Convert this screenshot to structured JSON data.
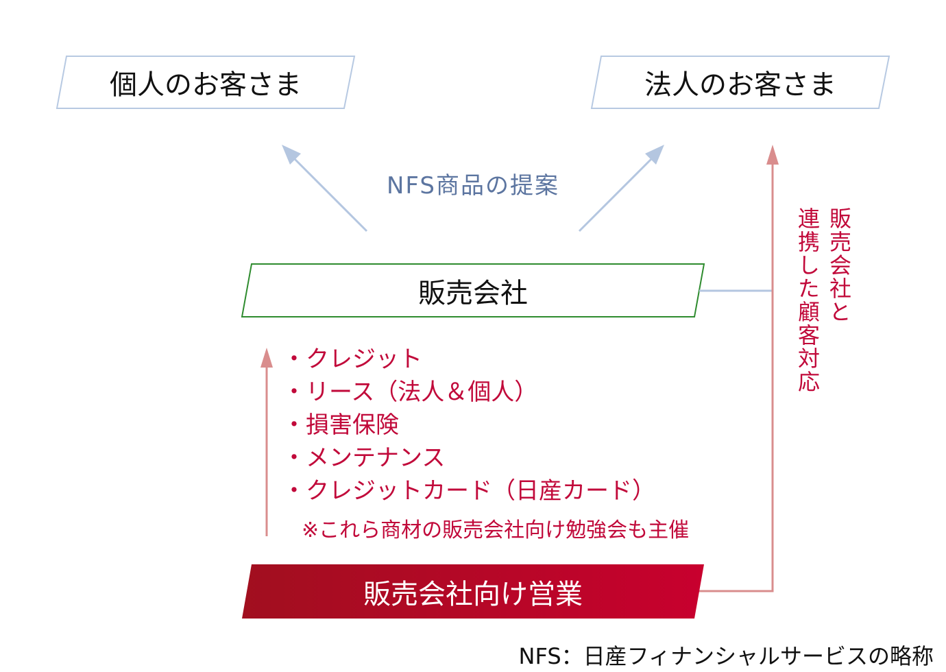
{
  "customers": {
    "individual": "個人のお客さま",
    "corporate": "法人のお客さま"
  },
  "proposal_label": "NFS商品の提案",
  "dealer_label": "販売会社",
  "dealer_collaboration": [
    "販売会社と",
    "連携した顧客対応"
  ],
  "products": [
    "・クレジット",
    "・リース（法人＆個人）",
    "・損害保険",
    "・メンテナンス",
    "・クレジットカード（日産カード）"
  ],
  "seminar_note": "※これら商材の販売会社向け勉強会も主催",
  "dealer_sales_label": "販売会社向け営業",
  "footnote": "NFS：日産フィナンシャルサービスの略称",
  "colors": {
    "customer_border": "#b7c9e2",
    "proposal_arrow": "#b4c6e0",
    "proposal_text": "#5c75a0",
    "dealer_border": "#2e8b2e",
    "accent_red": "#c1093a",
    "feedback_arrow": "#d98d8d",
    "sales_gradient_start": "#a10f1f",
    "sales_gradient_end": "#c8002e"
  }
}
